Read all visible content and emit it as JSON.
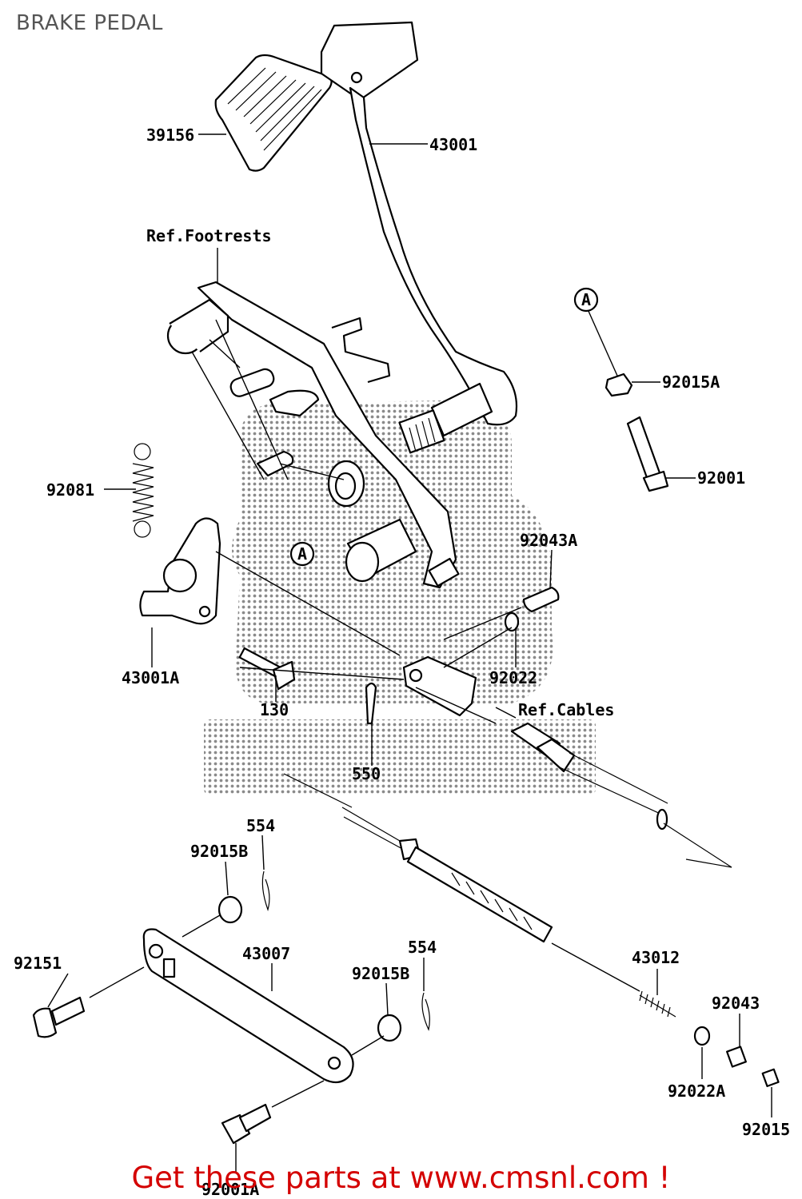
{
  "title": "BRAKE PEDAL",
  "callouts": {
    "p39156": "39156",
    "p43001": "43001",
    "ref_footrests": "Ref.Footrests",
    "circle_a_top": "A",
    "p92015A": "92015A",
    "p92001": "92001",
    "p92081": "92081",
    "circle_a_mid": "A",
    "p92043A": "92043A",
    "p43001A": "43001A",
    "p92022": "92022",
    "p130": "130",
    "ref_cables": "Ref.Cables",
    "p550": "550",
    "p554_top": "554",
    "p92015B_top": "92015B",
    "p92151": "92151",
    "p43007": "43007",
    "p554_mid": "554",
    "p92015B_mid": "92015B",
    "p43012": "43012",
    "p92043": "92043",
    "p92022A": "92022A",
    "p92015": "92015",
    "p92001A": "92001A"
  },
  "footer": "Get these parts at www.cmsnl.com !",
  "colors": {
    "footer": "#d40000",
    "title": "#555555",
    "watermark": "#777777"
  }
}
